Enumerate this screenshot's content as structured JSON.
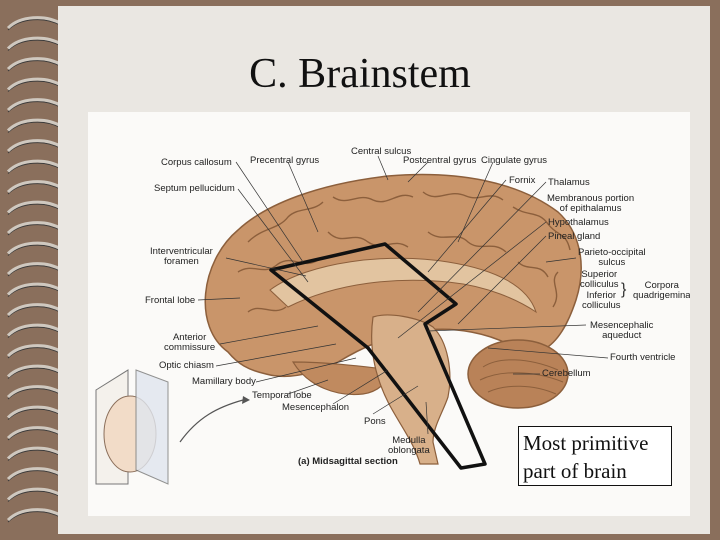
{
  "slide": {
    "title": "C.  Brainstem",
    "callout_line1": "Most primitive",
    "callout_line2": "part of brain"
  },
  "figure": {
    "caption": "(a) Midsagittal section",
    "labels": {
      "corpus_callosum": "Corpus callosum",
      "precentral_gyrus": "Precentral gyrus",
      "central_sulcus": "Central sulcus",
      "postcentral_gyrus": "Postcentral gyrus",
      "cingulate_gyrus": "Cingulate gyrus",
      "septum_pellucidum": "Septum pellucidum",
      "fornix": "Fornix",
      "thalamus": "Thalamus",
      "membranous_1": "Membranous portion",
      "membranous_2": "of epithalamus",
      "hypothalamus": "Hypothalamus",
      "pineal_gland": "Pineal gland",
      "interventricular_1": "Interventricular",
      "interventricular_2": "foramen",
      "parieto_1": "Parieto-occipital",
      "parieto_2": "sulcus",
      "superior_1": "Superior",
      "superior_2": "colliculus",
      "inferior_1": "Inferior",
      "inferior_2": "colliculus",
      "corpora_1": "Corpora",
      "corpora_2": "quadrigemina",
      "frontal_lobe": "Frontal lobe",
      "anterior_1": "Anterior",
      "anterior_2": "commissure",
      "mesencephalic_1": "Mesencephalic",
      "mesencephalic_2": "aqueduct",
      "optic_chiasm": "Optic chiasm",
      "fourth_ventricle": "Fourth ventricle",
      "mamillary_body": "Mamillary body",
      "cerebellum": "Cerebellum",
      "temporal_lobe": "Temporal lobe",
      "mesencephalon": "Mesencephalon",
      "pons": "Pons",
      "medulla_1": "Medulla",
      "medulla_2": "oblongata"
    }
  },
  "colors": {
    "background": "#8a6f5c",
    "slide": "#eae7e2",
    "brain": "#c9956a",
    "brainstem": "#d8b08a",
    "outline": "#111111"
  }
}
